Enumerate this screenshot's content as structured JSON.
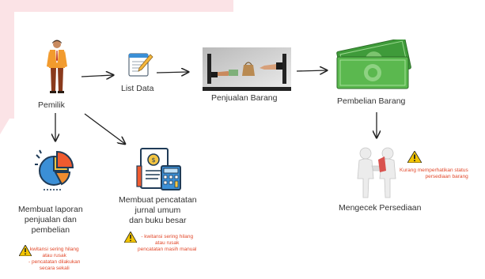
{
  "nodes": {
    "pemilik": {
      "label": "Pemilik",
      "icon": "business-man-icon"
    },
    "list_data": {
      "label": "List Data",
      "icon": "notepad-pencil-icon"
    },
    "penjualan": {
      "label": "Penjualan Barang",
      "icon": "laptop-hands-exchange-icon"
    },
    "pembelian": {
      "label": "Pembelian Barang",
      "icon": "money-bills-icon"
    },
    "mengecek": {
      "label": "Mengecek Persediaan",
      "icon": "handshake-figures-icon"
    },
    "laporan": {
      "label_lines": [
        "Membuat laporan",
        "penjualan dan",
        "pembelian"
      ],
      "icon": "pie-chart-icon",
      "note_lines": [
        "kwitansi sering hilang",
        "atau rusak",
        "- pencatatan dilakukan",
        "secara sekali"
      ]
    },
    "pencatatan": {
      "label_lines": [
        "Membuat  pencatatan",
        "jurnal umum",
        "dan buku besar"
      ],
      "icon": "accounting-document-calculator-icon",
      "note_lines": [
        "- kwitansi sering hilang",
        "atau rusak",
        "pencatatan masih manual"
      ]
    },
    "persediaan_note": {
      "note_lines": [
        "Kurang memperhatikan status",
        "persediaan barang"
      ]
    }
  },
  "colors": {
    "accent": "#e2492b",
    "warning": "#f2c400",
    "text": "#333333",
    "background_shape": "#fbe3e6"
  }
}
